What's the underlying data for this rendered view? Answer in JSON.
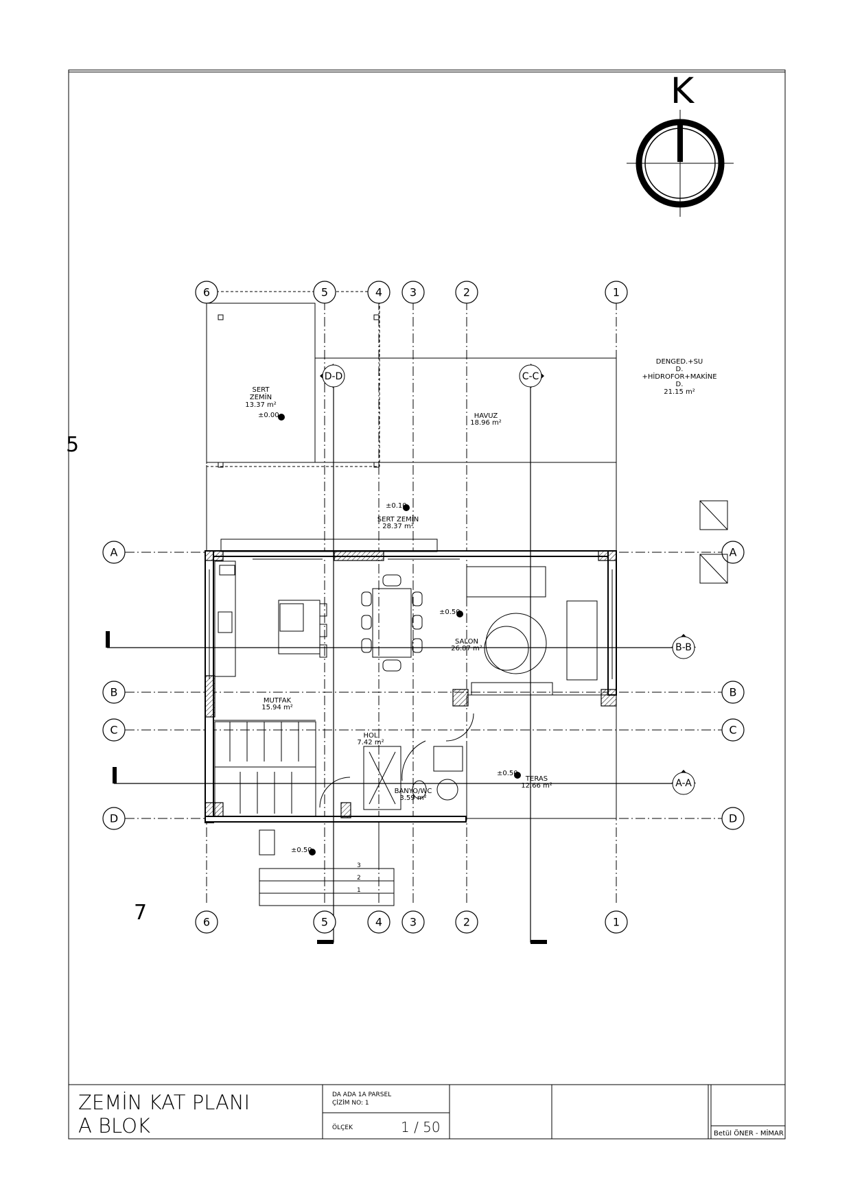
{
  "north": {
    "label": "K"
  },
  "edge_marks": {
    "left_number": "5",
    "lower_left_number": "7"
  },
  "grid": {
    "numbers": [
      "6",
      "5",
      "4",
      "3",
      "2",
      "1"
    ],
    "letters": [
      "A",
      "B",
      "C",
      "D"
    ]
  },
  "sections": {
    "aa": "A-A",
    "bb": "B-B",
    "cc": "C-C",
    "dd": "D-D"
  },
  "rooms": {
    "sert_zemin_top": {
      "name_line1": "SERT",
      "name_line2": "ZEMİN",
      "area": "13.37 m²",
      "level": "±0.00"
    },
    "havuz": {
      "name": "HAVUZ",
      "area": "18.96 m²"
    },
    "denge": {
      "line1": "DENGED.+SU",
      "line2": "D.",
      "line3": "+HİDROFOR+MAKİNE",
      "line4": "D.",
      "area": "21.15 m²"
    },
    "sert_zemin_mid": {
      "name": "SERT ZEMİN",
      "area": "28.37 m²",
      "level": "±0.10"
    },
    "salon": {
      "name": "SALON",
      "area": "26.87 m²",
      "level": "±0.50"
    },
    "mutfak": {
      "name": "MUTFAK",
      "area": "15.94 m²"
    },
    "hol": {
      "name": "HOL",
      "area": "7.42 m²"
    },
    "banyo": {
      "name": "BANYO/WC",
      "area": "3.59 m²"
    },
    "teras": {
      "name": "TERAS",
      "area": "12.66 m²",
      "level": "±0.50"
    },
    "entry": {
      "level": "±0.50"
    }
  },
  "stairs": {
    "steps": [
      "3",
      "2",
      "1"
    ]
  },
  "title_block": {
    "title_line1": "ZEMİN KAT PLANI",
    "title_line2": "A BLOK",
    "info_line1": "DA ADA 1A PARSEL",
    "info_line2": "ÇİZİM NO: 1",
    "scale_label": "ÖLÇEK",
    "scale_value": "1 / 50",
    "author": "Betül ÖNER - MİMAR"
  }
}
